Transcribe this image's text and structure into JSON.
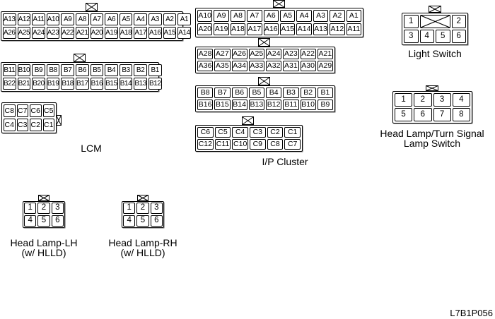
{
  "figure_code": "L7B1P056",
  "labels": {
    "lcm": "LCM",
    "ip_cluster": "I/P Cluster",
    "light_switch": "Light Switch",
    "hl_turn_line1": "Head Lamp/Turn Signal",
    "hl_turn_line2": "Lamp Switch",
    "lamp_lh_line1": "Head Lamp-LH",
    "lamp_lh_line2": "(w/ HLLD)",
    "lamp_rh_line1": "Head Lamp-RH",
    "lamp_rh_line2": "(w/ HLLD)"
  },
  "colors": {
    "line": "#000000",
    "background": "#ffffff"
  },
  "connectors": {
    "lcm_a": {
      "cols": 13,
      "rows": [
        [
          "A13",
          "A12",
          "A11",
          "A10",
          "A9",
          "A8",
          "A7",
          "A6",
          "A5",
          "A4",
          "A3",
          "A2",
          "A1"
        ],
        [
          "A26",
          "A25",
          "A24",
          "A23",
          "A22",
          "A21",
          "A20",
          "A19",
          "A18",
          "A17",
          "A16",
          "A15",
          "A14"
        ]
      ]
    },
    "lcm_b": {
      "cols": 11,
      "rows": [
        [
          "B11",
          "B10",
          "B9",
          "B8",
          "B7",
          "B6",
          "B5",
          "B4",
          "B3",
          "B2",
          "B1"
        ],
        [
          "B22",
          "B21",
          "B20",
          "B19",
          "B18",
          "B17",
          "B16",
          "B15",
          "B14",
          "B13",
          "B12"
        ]
      ]
    },
    "lcm_c": {
      "cols": 4,
      "rows": [
        [
          "C8",
          "C7",
          "C6",
          "C5"
        ],
        [
          "C4",
          "C3",
          "C2",
          "C1"
        ]
      ]
    },
    "ip_a1": {
      "cols": 10,
      "rows": [
        [
          "A10",
          "A9",
          "A8",
          "A7",
          "A6",
          "A5",
          "A4",
          "A3",
          "A2",
          "A1"
        ],
        [
          "A20",
          "A19",
          "A18",
          "A17",
          "A16",
          "A15",
          "A14",
          "A13",
          "A12",
          "A11"
        ]
      ]
    },
    "ip_a2": {
      "cols": 8,
      "rows": [
        [
          "A28",
          "A27",
          "A26",
          "A25",
          "A24",
          "A23",
          "A22",
          "A21"
        ],
        [
          "A36",
          "A35",
          "A34",
          "A33",
          "A32",
          "A31",
          "A30",
          "A29"
        ]
      ]
    },
    "ip_b": {
      "cols": 8,
      "rows": [
        [
          "B8",
          "B7",
          "B6",
          "B5",
          "B4",
          "B3",
          "B2",
          "B1"
        ],
        [
          "B16",
          "B15",
          "B14",
          "B13",
          "B12",
          "B11",
          "B10",
          "B9"
        ]
      ]
    },
    "ip_c": {
      "cols": 6,
      "rows": [
        [
          "C6",
          "C5",
          "C4",
          "C3",
          "C2",
          "C1"
        ],
        [
          "C12",
          "C11",
          "C10",
          "C9",
          "C8",
          "C7"
        ]
      ]
    },
    "light_switch": {
      "cols": 4,
      "rows": [
        [
          "1",
          {
            "x": true,
            "span": 2
          },
          "2"
        ],
        [
          "3",
          "4",
          "5",
          "6"
        ]
      ]
    },
    "hl_turn": {
      "cols": 4,
      "rows": [
        [
          "1",
          "2",
          "3",
          "4"
        ],
        [
          "5",
          "6",
          "7",
          "8"
        ]
      ]
    },
    "lamp_lh": {
      "cols": 3,
      "rows": [
        [
          "1",
          "2",
          "3"
        ],
        [
          "4",
          "5",
          "6"
        ]
      ]
    },
    "lamp_rh": {
      "cols": 3,
      "rows": [
        [
          "1",
          "2",
          "3"
        ],
        [
          "4",
          "5",
          "6"
        ]
      ]
    }
  }
}
